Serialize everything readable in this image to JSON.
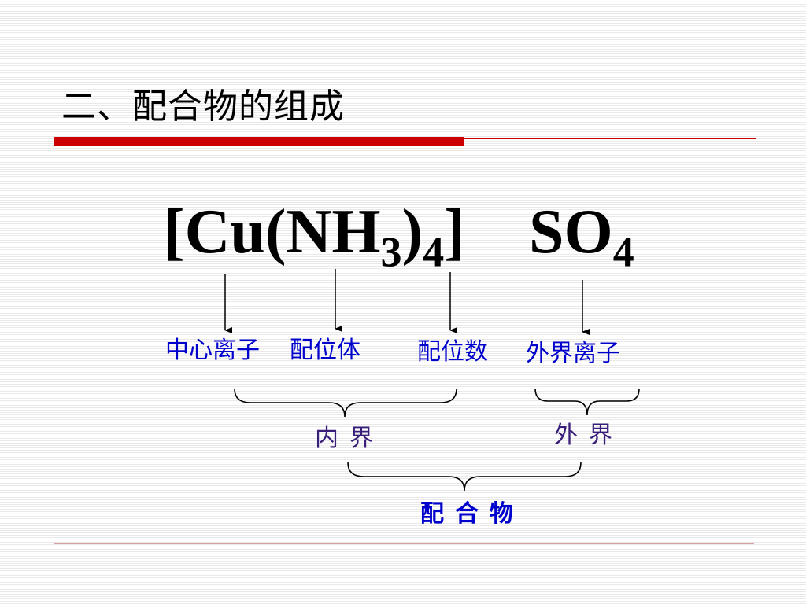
{
  "slide": {
    "title": "二、配合物的组成",
    "colors": {
      "accent_red": "#cc0000",
      "label_blue": "#0000cc",
      "label_purple": "#3a1f7a",
      "rule_line": "#d9a0a0"
    }
  },
  "formula": {
    "bracket_open": "[",
    "metal": "Cu",
    "paren_open": "(",
    "ligand": "NH",
    "ligand_sub": "3",
    "paren_close": ")",
    "count_sub": "4",
    "bracket_close": "]",
    "counter_ion": "SO",
    "counter_ion_sub": "4"
  },
  "labels": {
    "central_ion": "中心离子",
    "ligand": "配位体",
    "coordination_number": "配位数",
    "outer_ion": "外界离子",
    "inner_sphere": "内界",
    "outer_sphere": "外界",
    "complex": "配合物"
  }
}
